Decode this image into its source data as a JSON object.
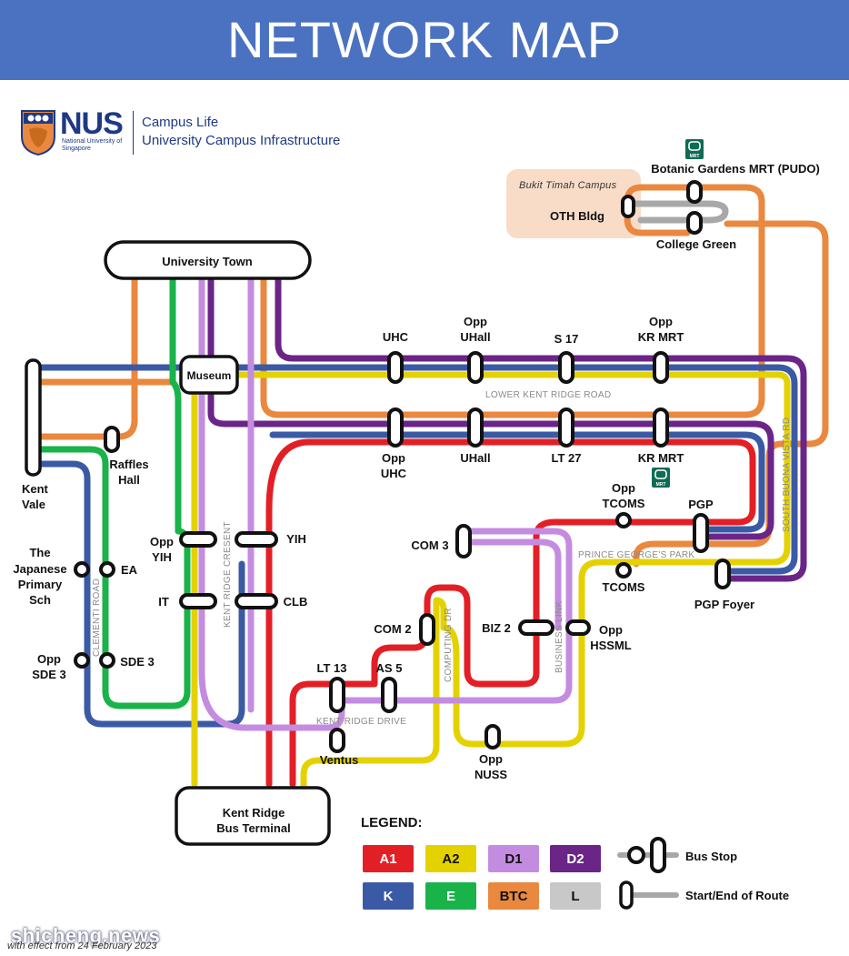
{
  "header": {
    "title": "NETWORK MAP"
  },
  "logo": {
    "brand": "NUS",
    "subtitle": "National University of Singapore",
    "line1": "Campus Life",
    "line2": "University Campus Infrastructure"
  },
  "colors": {
    "header_bg": "#4a72c0",
    "A1": "#e31f26",
    "A2": "#e4d200",
    "D1": "#c48ce0",
    "D2": "#6a2587",
    "K": "#3b5aa6",
    "E": "#19b34a",
    "BTC": "#e9883e",
    "L": "#a8a8a8"
  },
  "campus_box": {
    "label": "Bukit Timah Campus"
  },
  "roads": {
    "lower_kent_ridge": "LOWER KENT RIDGE ROAD",
    "south_buona_vista": "SOUTH BUONA VISTA RD",
    "kent_ridge_crescent": "KENT RIDGE CRESENT",
    "clementi": "CLEMENTI ROAD",
    "kent_ridge_drive": "KENT RIDGE DRIVE",
    "computing_dr": "COMPUTING DR",
    "business_link": "BUSINESS LINK",
    "prince_georges": "PRINCE GEORGE'S PARK"
  },
  "stops": {
    "university_town": "University Town",
    "museum": "Museum",
    "kent_vale_1": "Kent",
    "kent_vale_2": "Vale",
    "raffles_1": "Raffles",
    "raffles_2": "Hall",
    "uhc": "UHC",
    "opp_uhall_1": "Opp",
    "opp_uhall_2": "UHall",
    "s17": "S 17",
    "opp_kr_mrt_1": "Opp",
    "opp_kr_mrt_2": "KR MRT",
    "opp_uhc_1": "Opp",
    "opp_uhc_2": "UHC",
    "uhall": "UHall",
    "lt27": "LT 27",
    "kr_mrt": "KR MRT",
    "botanic": "Botanic Gardens MRT (PUDO)",
    "oth": "OTH Bldg",
    "college_green": "College Green",
    "opp_tcoms_1": "Opp",
    "opp_tcoms_2": "TCOMS",
    "pgp": "PGP",
    "tcoms": "TCOMS",
    "pgp_foyer": "PGP Foyer",
    "com3": "COM 3",
    "com2": "COM 2",
    "biz2": "BIZ 2",
    "opp_hssml_1": "Opp",
    "opp_hssml_2": "HSSML",
    "opp_yih_1": "Opp",
    "opp_yih_2": "YIH",
    "yih": "YIH",
    "it": "IT",
    "clb": "CLB",
    "japanese_1": "The",
    "japanese_2": "Japanese",
    "japanese_3": "Primary",
    "japanese_4": "Sch",
    "ea": "EA",
    "opp_sde3_1": "Opp",
    "opp_sde3_2": "SDE 3",
    "sde3": "SDE 3",
    "lt13": "LT 13",
    "as5": "AS 5",
    "ventus": "Ventus",
    "opp_nuss_1": "Opp",
    "opp_nuss_2": "NUSS",
    "terminal_1": "Kent Ridge",
    "terminal_2": "Bus Terminal"
  },
  "mrt_icon_label": "MRT",
  "legend": {
    "title": "LEGEND:",
    "routes": [
      {
        "label": "A1",
        "color": "#e31f26"
      },
      {
        "label": "A2",
        "color": "#e4d200"
      },
      {
        "label": "D1",
        "color": "#c48ce0"
      },
      {
        "label": "D2",
        "color": "#6a2587"
      },
      {
        "label": "K",
        "color": "#3b5aa6"
      },
      {
        "label": "E",
        "color": "#19b34a"
      },
      {
        "label": "BTC",
        "color": "#e9883e"
      },
      {
        "label": "L",
        "color": "#a8a8a8"
      }
    ],
    "bus_stop": "Bus Stop",
    "start_end": "Start/End of Route"
  },
  "footer": {
    "watermark": "shicheng.news",
    "effective": "with effect from 24 February 2023"
  }
}
